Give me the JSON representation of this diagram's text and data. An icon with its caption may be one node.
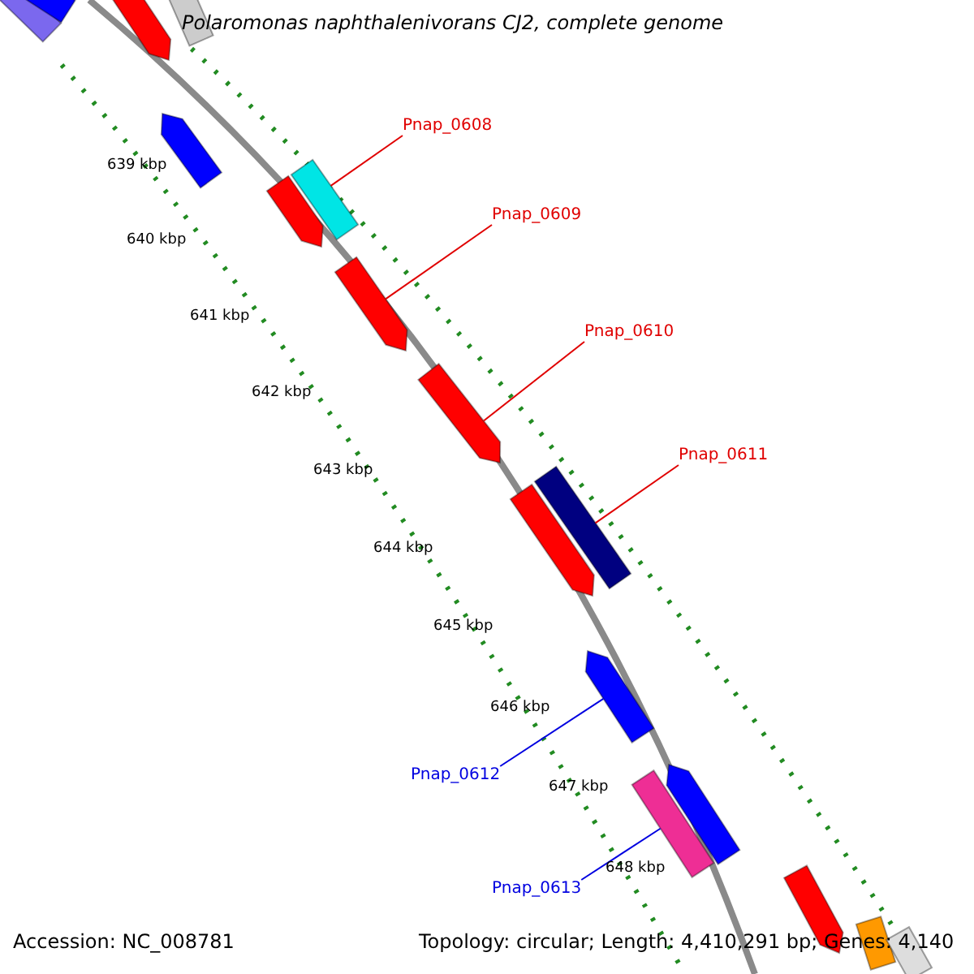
{
  "diagram": {
    "title": "Polaromonas naphthalenivorans CJ2, complete genome",
    "nodes": [
      {
        "text": [
          "Pnap_0608"
        ]
      },
      {
        "text": [
          "Pnap_0609"
        ]
      },
      {
        "text": [
          "Pnap_0610"
        ]
      },
      {
        "text": [
          "Pnap_0611"
        ]
      },
      {
        "text": [
          "Pnap_0612"
        ]
      },
      {
        "text": [
          "Pnap_0613"
        ]
      },
      {
        "text": [],
        "shape": "bar"
      },
      {
        "text": [],
        "shape": "bar"
      },
      {
        "text": [],
        "shape": "bar"
      },
      {
        "text": [],
        "shape": "bar"
      },
      {
        "text": [],
        "shape": "bar"
      },
      {
        "text": [],
        "shape": "bar"
      },
      {
        "text": [],
        "shape": "bar"
      },
      {
        "text": [],
        "shape": "bar"
      },
      {
        "text": [],
        "shape": "bar"
      },
      {
        "text": [],
        "shape": "bar"
      },
      {
        "text": [],
        "shape": "bar"
      },
      {
        "text": [],
        "shape": "bar"
      },
      {
        "text": [],
        "shape": "bar"
      },
      {
        "text": [],
        "shape": "bar"
      },
      {
        "text": [],
        "shape": "bar"
      },
      {
        "text": [],
        "shape": "bar"
      },
      {
        "text": [],
        "shape": "bar"
      }
    ],
    "edges": [
      {
        "from": 0,
        "to": 11,
        "arrow": "none"
      },
      {
        "from": 1,
        "to": 13,
        "arrow": "none"
      },
      {
        "from": 2,
        "to": 14,
        "arrow": "none"
      },
      {
        "from": 3,
        "to": 15,
        "arrow": "none"
      },
      {
        "from": 4,
        "to": 17,
        "arrow": "none",
        "color": "#0000e0"
      },
      {
        "from": 5,
        "to": 18,
        "arrow": "none",
        "color": "#0000e0"
      }
    ],
    "labels": [
      "639 kbp",
      "640 kbp",
      "641 kbp",
      "642 kbp",
      "643 kbp",
      "644 kbp",
      "645 kbp",
      "646 kbp",
      "647 kbp",
      "648 kbp",
      "Accession: NC_008781",
      "Topology: circular; Length: 4,410,291 bp; Genes: 4,140"
    ]
  }
}
